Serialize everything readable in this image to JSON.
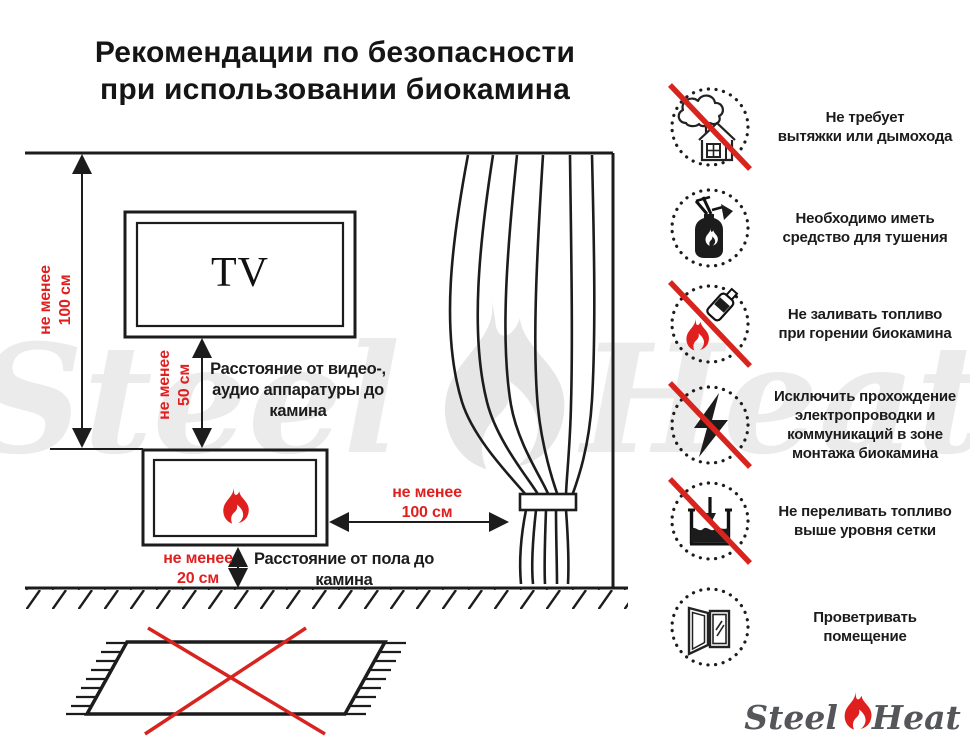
{
  "title": {
    "text": "Рекомендации по безопасности\nпри использовании биокамина"
  },
  "diagram": {
    "tv_label": "TV",
    "dim_wall_to_fireplace": "не менее\n100 см",
    "dim_tv_to_fireplace": "не менее\n50 см",
    "dim_fireplace_to_curtain": "не менее\n100 см",
    "dim_floor_to_fireplace": "не менее\n20 см",
    "label_av_distance": "Расстояние от видео-,\nаудио аппаратуры до\nкамина",
    "label_floor_distance": "Расстояние от пола до\nкамина"
  },
  "rules": [
    {
      "icon": "no-chimney-icon",
      "crossed": true,
      "text": "Не требует\nвытяжки или дымохода"
    },
    {
      "icon": "extinguisher-icon",
      "crossed": false,
      "text": "Необходимо иметь\nсредство для тушения"
    },
    {
      "icon": "no-refuel-burning-icon",
      "crossed": true,
      "text": "Не заливать топливо\nпри горении биокамина"
    },
    {
      "icon": "no-wiring-icon",
      "crossed": true,
      "text": "Исключить прохождение\nэлектропроводки и\nкоммуникаций в зоне\nмонтажа биокамина"
    },
    {
      "icon": "no-overfill-icon",
      "crossed": true,
      "text": "Не переливать топливо\nвыше уровня сетки"
    },
    {
      "icon": "ventilate-icon",
      "crossed": false,
      "text": "Проветривать\nпомещение"
    }
  ],
  "watermark": {
    "steel": "Steel",
    "heat": "Heat"
  },
  "logo": {
    "steel": "Steel",
    "heat": "Heat"
  },
  "colors": {
    "red": "#e01f1f",
    "cross_red": "#d8241f",
    "ink": "#1c1c1c",
    "watermark": "#ebebeb",
    "watermark_flame": "#e6e6e6",
    "logo_text": "#55565a"
  }
}
